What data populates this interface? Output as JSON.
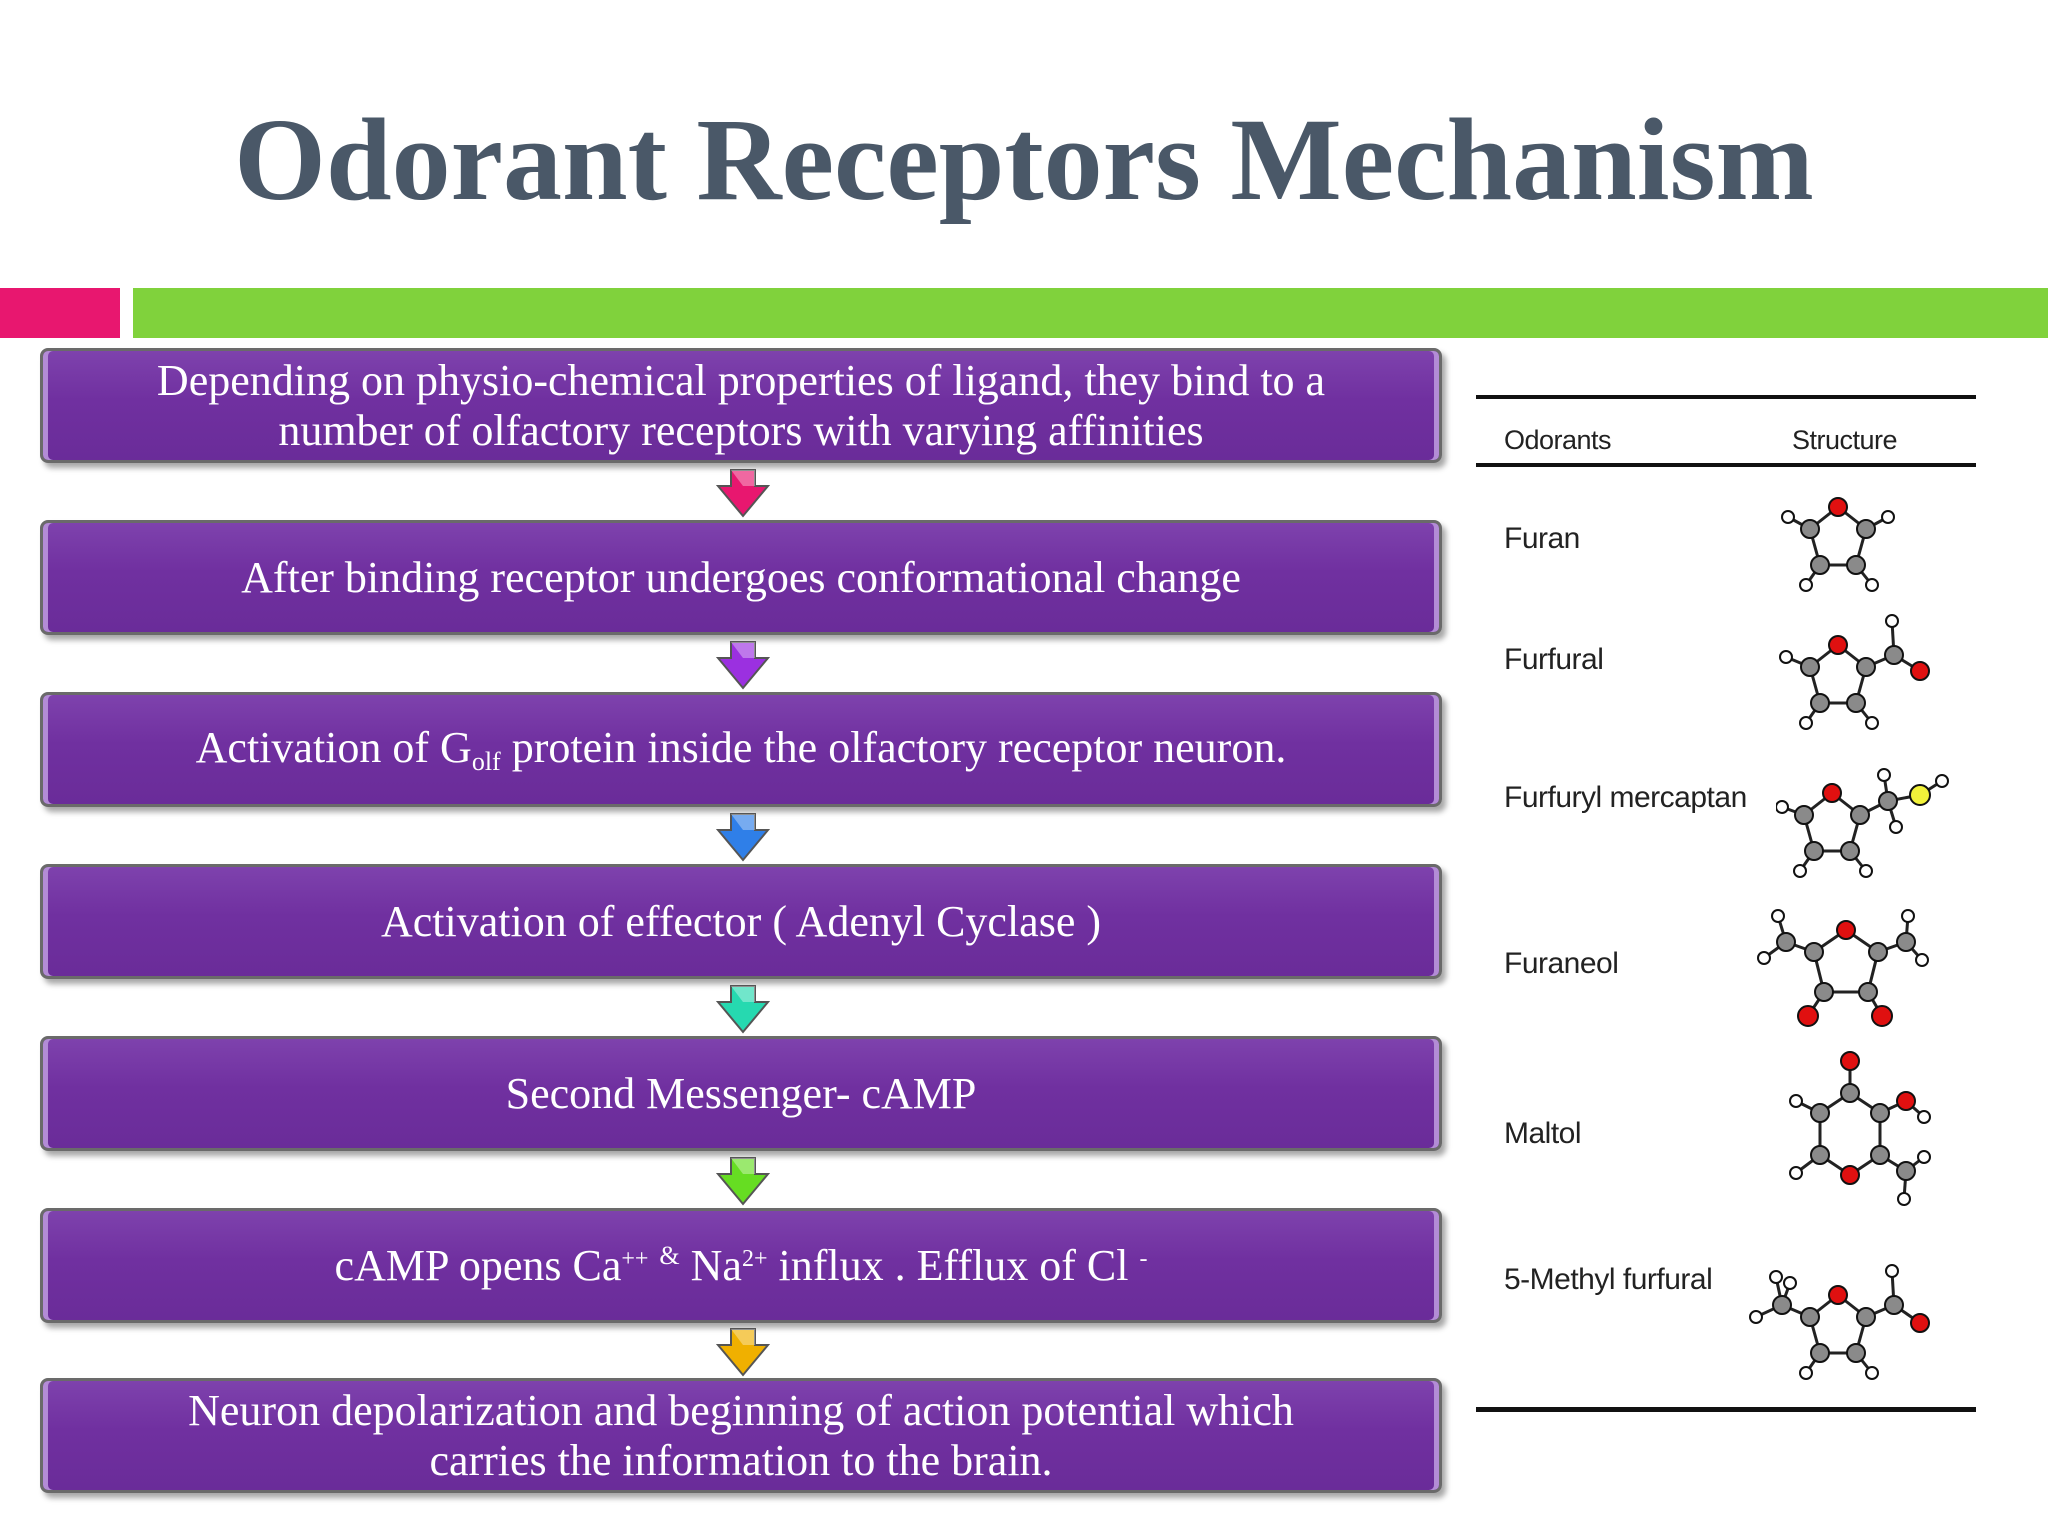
{
  "title": "Odorant Receptors Mechanism",
  "colors": {
    "accent_pink": "#e8176f",
    "accent_green": "#80d23c",
    "box_fill": "#7030a0",
    "title_color": "#4a5868"
  },
  "steps": [
    {
      "lines": [
        "Depending on physio-chemical properties of ligand, they bind to a",
        "number of olfactory receptors with varying affinities"
      ]
    },
    {
      "text": "After binding receptor undergoes conformational change"
    },
    {
      "pre": "Activation of  G",
      "sub": "olf",
      "post": " protein inside the olfactory receptor neuron."
    },
    {
      "text": "Activation of effector ( Adenyl Cyclase )"
    },
    {
      "text": "Second Messenger- cAMP"
    },
    {
      "p1": "cAMP opens Ca",
      "sup1": "++",
      "amp": "&",
      "p2": "Na",
      "sup2": "2+",
      "p3": " influx . Efflux of Cl",
      "sup3": "-"
    },
    {
      "lines": [
        "Neuron depolarization and beginning of action potential which",
        "carries the information to the brain."
      ]
    }
  ],
  "arrow_colors": [
    "#e8176f",
    "#9b30e0",
    "#2f7fe8",
    "#26d9b0",
    "#66dd22",
    "#f0b000"
  ],
  "table": {
    "headers": [
      "Odorants",
      "Structure"
    ],
    "odorants": [
      "Furan",
      "Furfural",
      "Furfuryl mercaptan",
      "Furaneol",
      "Maltol",
      "5-Methyl furfural"
    ]
  }
}
